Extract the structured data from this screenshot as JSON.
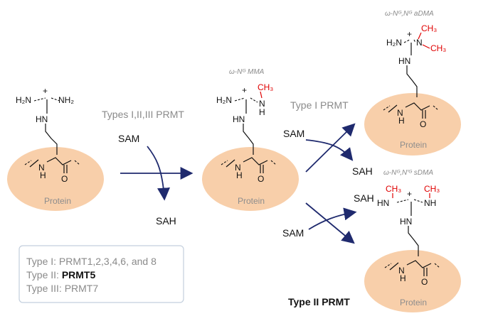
{
  "molecules": {
    "arginine": {
      "top_left": "H₂N",
      "top_right": "NH₂",
      "charge": "+",
      "nh": "HN",
      "protein_label": "Protein"
    },
    "mma": {
      "caption": "ω-Nᴳ MMA",
      "methyl": "CH₃",
      "top_left": "H₂N",
      "top_right": "N",
      "h": "H",
      "nh": "HN",
      "protein_label": "Protein"
    },
    "adma": {
      "caption": "ω-Nᴳ,Nᴳ aDMA",
      "methyl_1": "CH₃",
      "methyl_2": "CH₃",
      "top_left": "H₂N",
      "top_right": "N",
      "nh": "HN",
      "protein_label": "Protein"
    },
    "sdma": {
      "caption": "ω-Nᴳ,N′ᴳ sDMA",
      "methyl_1": "CH₃",
      "methyl_2": "CH₃",
      "left": "HN",
      "right": "NH",
      "nh": "HN",
      "protein_label": "Protein"
    }
  },
  "backbone": {
    "nh": "N",
    "h": "H",
    "o": "O"
  },
  "reactions": {
    "step1_label": "Types I,II,III PRMT",
    "step1_sam": "SAM",
    "step1_sah": "SAH",
    "type1_label": "Type I PRMT",
    "type1_sam": "SAM",
    "type1_sah": "SAH",
    "type2_label": "Type II PRMT",
    "type2_sam": "SAM",
    "type2_sah": "SAH"
  },
  "legend": {
    "line1_prefix": "Type I",
    "line1_text": ": PRMT1,2,3,4,6, and 8",
    "line2_prefix": "Type II",
    "line2_strong": "PRMT5",
    "line3_prefix": "Type III",
    "line3_text": ": PRMT7"
  },
  "colors": {
    "protein": "#f8cfaa",
    "arrow": "#1f2a6e",
    "methyl": "#e00000",
    "label_gray": "#8a8a8a",
    "legend_border": "#c3cfdd"
  }
}
